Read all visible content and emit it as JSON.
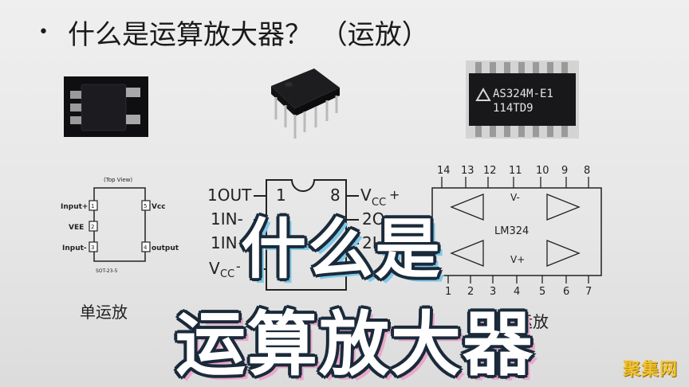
{
  "slide": {
    "bullet": "•",
    "title": "什么是运算放大器？ （运放）"
  },
  "sot23": {
    "header": "(Top View)",
    "pins_left": [
      "Input+",
      "VEE",
      "Input-"
    ],
    "pins_right": [
      "Vcc",
      "output"
    ],
    "pin_numbers_left": [
      "1",
      "2",
      "3"
    ],
    "pin_numbers_right": [
      "5",
      "4"
    ],
    "package": "SOT-23-5",
    "caption": "单运放"
  },
  "dip8": {
    "left_labels": [
      "1OUT",
      "1IN-",
      "1IN",
      "V"
    ],
    "left_sub": "CC",
    "left_sub_suffix": "-",
    "right_labels": [
      "V",
      "2O",
      "2I"
    ],
    "right_sub": "CC",
    "right_sub_suffix": "+",
    "pin1": "1",
    "pin8": "8"
  },
  "lm324": {
    "chip_marking_line1": "AS324M-E1",
    "chip_marking_line2": "114TD9",
    "top_pins": [
      "14",
      "13",
      "12",
      "11",
      "10",
      "9",
      "8"
    ],
    "bottom_pins": [
      "1",
      "2",
      "3",
      "4",
      "5",
      "6",
      "7"
    ],
    "label": "LM324",
    "v_minus": "V-",
    "v_plus": "V+",
    "caption": "四运放"
  },
  "overlay": {
    "line1": "什么是",
    "line2": "运算放大器"
  },
  "watermark": "聚集网",
  "colors": {
    "background": "#e6e6e6",
    "overlay_line1_shadow": "#7ec9e8",
    "overlay_line2_shadow": "#e9a9c9",
    "watermark": "#f2c230"
  }
}
